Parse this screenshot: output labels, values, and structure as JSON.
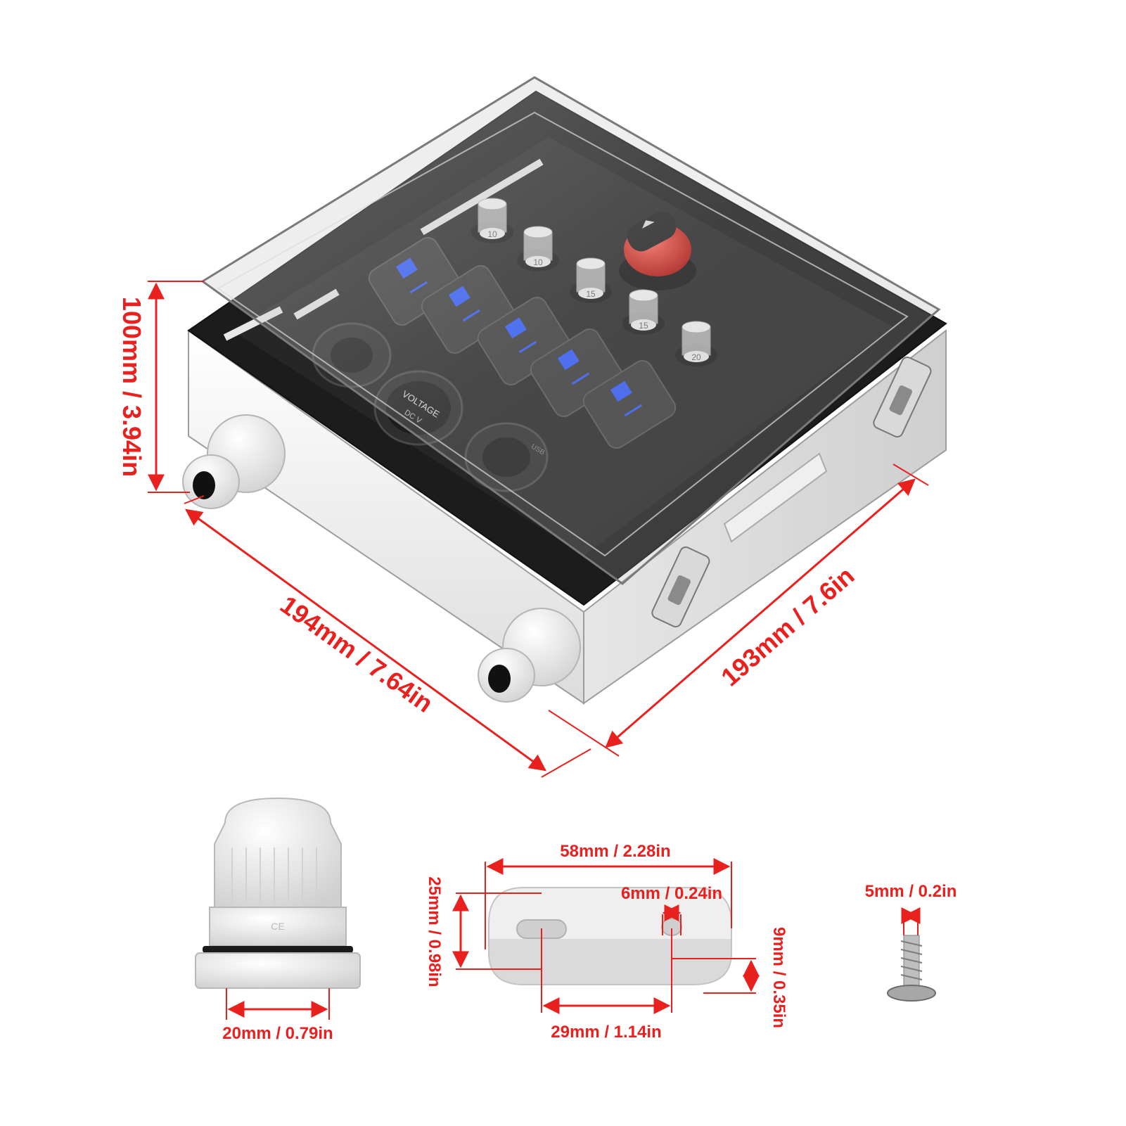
{
  "dimensions": {
    "height": "100mm / 3.94in",
    "width_front": "194mm / 7.64in",
    "depth_side": "193mm / 7.6in",
    "gland_thread": "20mm / 0.79in",
    "bracket_length": "58mm / 2.28in",
    "bracket_width": "25mm / 0.98in",
    "bracket_hole": "6mm / 0.24in",
    "bracket_spacing": "29mm / 1.14in",
    "bracket_thickness": "9mm / 0.35in",
    "screw_diameter": "5mm / 0.2in"
  },
  "panel": {
    "fuse_labels": [
      "10",
      "10",
      "15",
      "15",
      "20"
    ],
    "voltmeter_label": "VOLTAGE",
    "voltmeter_sub": "DC V",
    "usb_label": "USB",
    "gland_mark": "CE"
  },
  "colors": {
    "accent_red": "#e8211f",
    "switch_led": "#2f5bff",
    "panel_black": "#262626",
    "box_white": "#f2f2f2"
  }
}
